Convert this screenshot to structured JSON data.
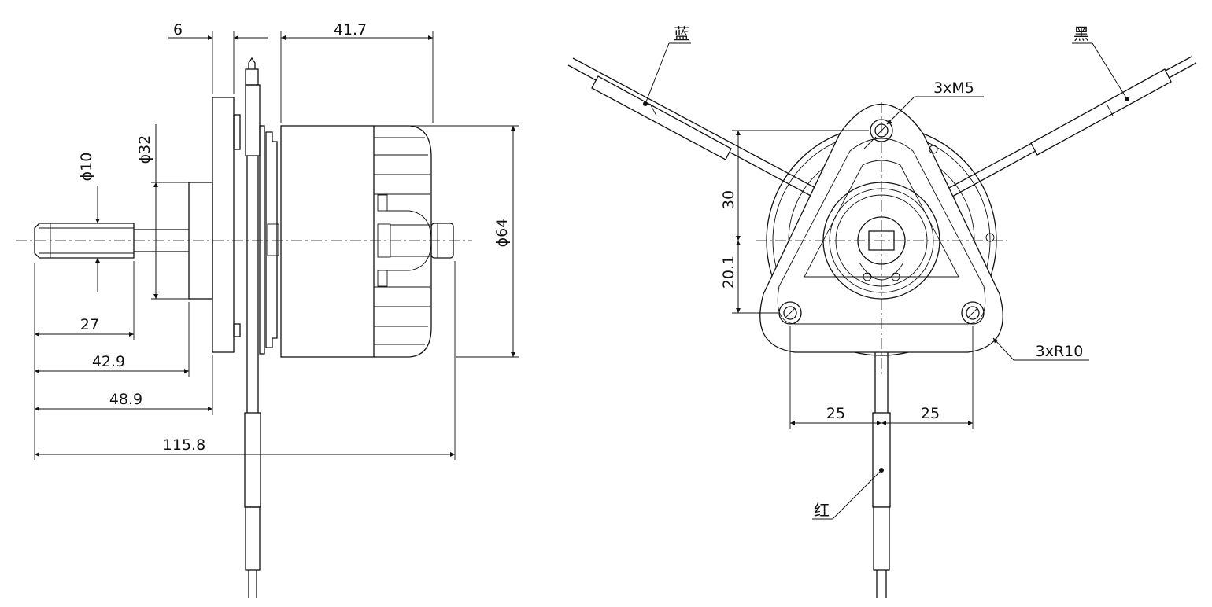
{
  "side_view": {
    "dims": {
      "top_6": "6",
      "top_41_7": "41.7",
      "dia_10": "ϕ10",
      "dia_32": "ϕ32",
      "dia_64": "ϕ64",
      "len_27": "27",
      "len_42_9": "42.9",
      "len_48_9": "48.9",
      "len_115_8": "115.8"
    }
  },
  "front_view": {
    "dims": {
      "v_30": "30",
      "v_20_1": "20.1",
      "h_25_left": "25",
      "h_25_right": "25",
      "holes": "3xM5",
      "radius": "3xR10"
    },
    "wires": {
      "blue": "蓝",
      "black": "黑",
      "red": "红"
    }
  }
}
